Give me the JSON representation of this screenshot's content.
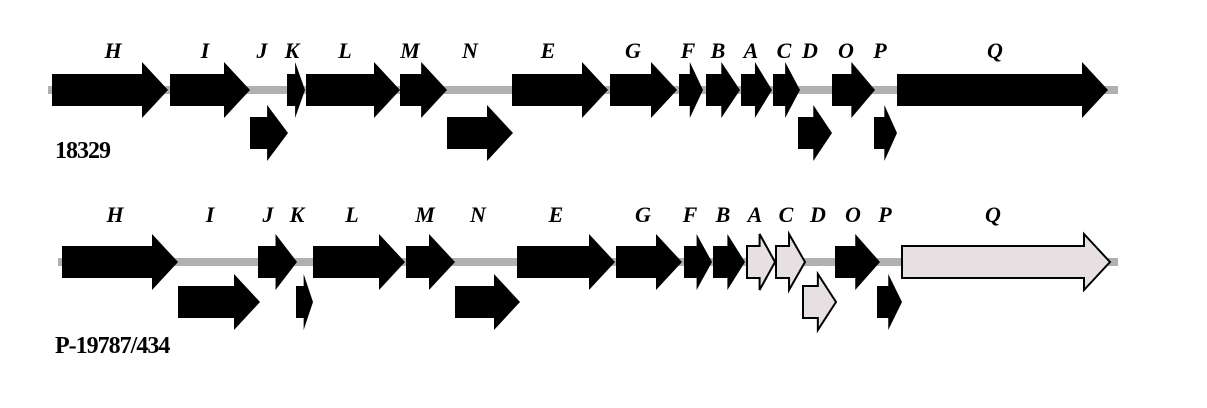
{
  "colors": {
    "filled": "#000000",
    "light": "#e6e0e2",
    "backbone": "#b0b0b0"
  },
  "tracks": [
    {
      "strain": "18329",
      "genes": [
        {
          "name": "H",
          "fill": "filled"
        },
        {
          "name": "I",
          "fill": "filled"
        },
        {
          "name": "J",
          "fill": "filled"
        },
        {
          "name": "K",
          "fill": "filled"
        },
        {
          "name": "L",
          "fill": "filled"
        },
        {
          "name": "M",
          "fill": "filled"
        },
        {
          "name": "N",
          "fill": "filled"
        },
        {
          "name": "E",
          "fill": "filled"
        },
        {
          "name": "G",
          "fill": "filled"
        },
        {
          "name": "F",
          "fill": "filled"
        },
        {
          "name": "B",
          "fill": "filled"
        },
        {
          "name": "A",
          "fill": "filled"
        },
        {
          "name": "C",
          "fill": "filled"
        },
        {
          "name": "D",
          "fill": "filled"
        },
        {
          "name": "O",
          "fill": "filled"
        },
        {
          "name": "P",
          "fill": "filled"
        },
        {
          "name": "Q",
          "fill": "filled"
        }
      ]
    },
    {
      "strain": "P-19787/434",
      "genes": [
        {
          "name": "H",
          "fill": "filled"
        },
        {
          "name": "I",
          "fill": "filled"
        },
        {
          "name": "J",
          "fill": "filled"
        },
        {
          "name": "K",
          "fill": "filled"
        },
        {
          "name": "L",
          "fill": "filled"
        },
        {
          "name": "M",
          "fill": "filled"
        },
        {
          "name": "N",
          "fill": "filled"
        },
        {
          "name": "E",
          "fill": "filled"
        },
        {
          "name": "G",
          "fill": "filled"
        },
        {
          "name": "F",
          "fill": "filled"
        },
        {
          "name": "B",
          "fill": "filled"
        },
        {
          "name": "A",
          "fill": "light"
        },
        {
          "name": "C",
          "fill": "light"
        },
        {
          "name": "D",
          "fill": "light"
        },
        {
          "name": "O",
          "fill": "filled"
        },
        {
          "name": "P",
          "fill": "filled"
        },
        {
          "name": "Q",
          "fill": "light"
        }
      ]
    }
  ]
}
